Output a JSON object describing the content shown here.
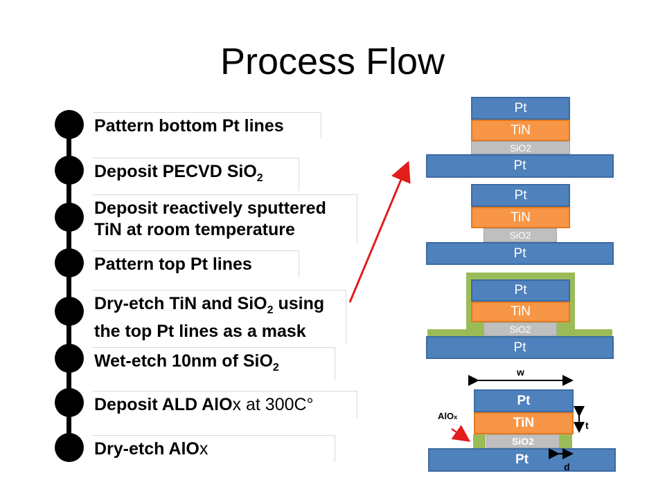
{
  "title": "Process Flow",
  "steps": [
    {
      "text": "Pattern bottom Pt lines"
    },
    {
      "text": "Deposit PECVD SiO",
      "sub": "2"
    },
    {
      "line1": "Deposit reactively sputtered",
      "line2": "TiN at room temperature"
    },
    {
      "text": "Pattern top Pt lines"
    },
    {
      "line1a": "Dry-etch TiN and SiO",
      "sub": "2",
      "line1b": " using",
      "line2": "the top Pt lines as a mask"
    },
    {
      "text": "Wet-etch 10nm of SiO",
      "sub": "2"
    },
    {
      "text": "Deposit ALD AlO",
      "thin": "x at 300C°"
    },
    {
      "text": "Dry-etch AlO",
      "thin": "x"
    }
  ],
  "diagram": {
    "pt": "Pt",
    "tin": "TiN",
    "sio2": "SiO2",
    "alox_label": "AlOx",
    "w_label": "w",
    "t_label": "t",
    "d_label": "d"
  },
  "colors": {
    "pt": "#4f81bd",
    "tin": "#f79646",
    "sio2": "#bfbfbf",
    "alox": "#9bbb59",
    "arrow": "#e31c1c"
  }
}
